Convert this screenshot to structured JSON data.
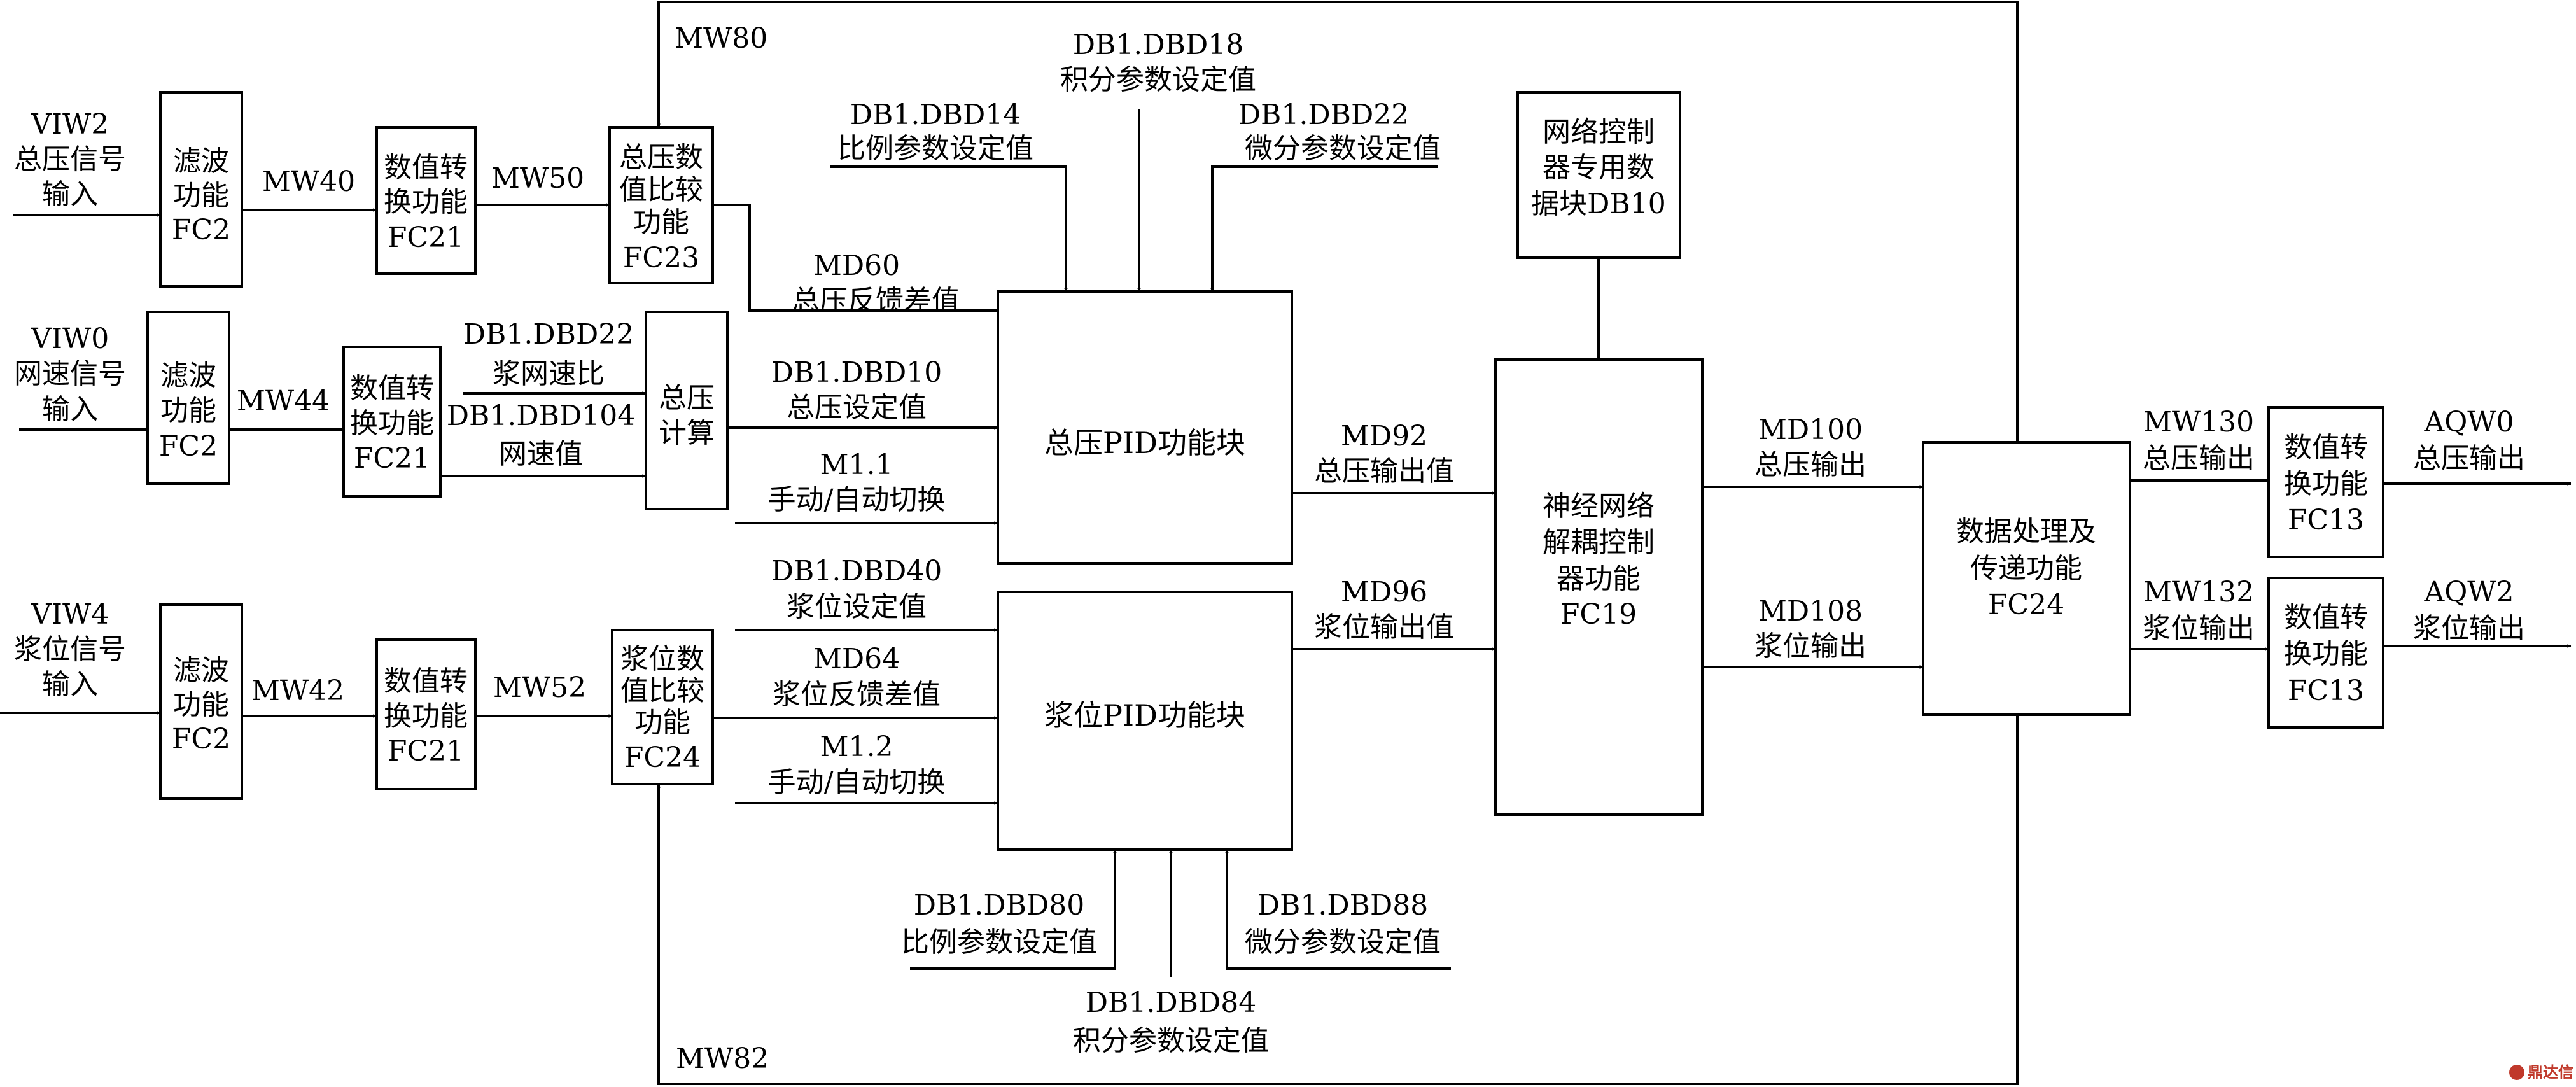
{
  "blocks": {
    "filter_top": [
      "滤波",
      "功能",
      "FC2"
    ],
    "conv_top": [
      "数值转",
      "换功能",
      "FC21"
    ],
    "cmp_pressure": [
      "总压数",
      "值比较",
      "功能",
      "FC23"
    ],
    "filter_mid": [
      "滤波",
      "功能",
      "FC2"
    ],
    "conv_mid": [
      "数值转",
      "换功能",
      "FC21"
    ],
    "calc_total": [
      "总压",
      "计算"
    ],
    "filter_bot": [
      "滤波",
      "功能",
      "FC2"
    ],
    "conv_bot": [
      "数值转",
      "换功能",
      "FC21"
    ],
    "cmp_slurry": [
      "浆位数",
      "值比较",
      "功能",
      "FC24"
    ],
    "pid_pressure": [
      "总压PID功能块"
    ],
    "pid_slurry": [
      "浆位PID功能块"
    ],
    "db10": [
      "网络控制",
      "器专用数",
      "据块DB10"
    ],
    "neural": [
      "神经网络",
      "解耦控制",
      "器功能",
      "FC19"
    ],
    "dataproc": [
      "数据处理及",
      "传递功能",
      "FC24"
    ],
    "out_conv_top": [
      "数值转",
      "换功能",
      "FC13"
    ],
    "out_conv_bot": [
      "数值转",
      "换功能",
      "FC13"
    ]
  },
  "labels": {
    "viw2": [
      "VIW2",
      "总压信号",
      "输入"
    ],
    "viw0": [
      "VIW0",
      "网速信号",
      "输入"
    ],
    "viw4": [
      "VIW4",
      "浆位信号",
      "输入"
    ],
    "mw40": "MW40",
    "mw50": "MW50",
    "mw44": "MW44",
    "mw42": "MW42",
    "mw52": "MW52",
    "mw80": "MW80",
    "mw82": "MW82",
    "dbd22_speed": [
      "DB1.DBD22",
      "浆网速比"
    ],
    "dbd104": [
      "DB1.DBD104",
      "网速值"
    ],
    "dbd14": [
      "DB1.DBD14",
      "比例参数设定值"
    ],
    "dbd18": [
      "DB1.DBD18",
      "积分参数设定值"
    ],
    "dbd22_diff": [
      "DB1.DBD22",
      "微分参数设定值"
    ],
    "md60": [
      "MD60",
      "总压反馈差值"
    ],
    "dbd10": [
      "DB1.DBD10",
      "总压设定值"
    ],
    "m11": [
      "M1.1",
      "手动/自动切换"
    ],
    "dbd40": [
      "DB1.DBD40",
      "浆位设定值"
    ],
    "md64": [
      "MD64",
      "浆位反馈差值"
    ],
    "m12": [
      "M1.2",
      "手动/自动切换"
    ],
    "dbd80": [
      "DB1.DBD80",
      "比例参数设定值"
    ],
    "dbd84": [
      "DB1.DBD84",
      "积分参数设定值"
    ],
    "dbd88": [
      "DB1.DBD88",
      "微分参数设定值"
    ],
    "md92": [
      "MD92",
      "总压输出值"
    ],
    "md96": [
      "MD96",
      "浆位输出值"
    ],
    "md100": [
      "MD100",
      "总压输出"
    ],
    "md108": [
      "MD108",
      "浆位输出"
    ],
    "mw130": [
      "MW130",
      "总压输出"
    ],
    "mw132": [
      "MW132",
      "浆位输出"
    ],
    "aqw0": [
      "AQW0",
      "总压输出"
    ],
    "aqw2": [
      "AQW2",
      "浆位输出"
    ]
  },
  "watermark": "鼎达信"
}
